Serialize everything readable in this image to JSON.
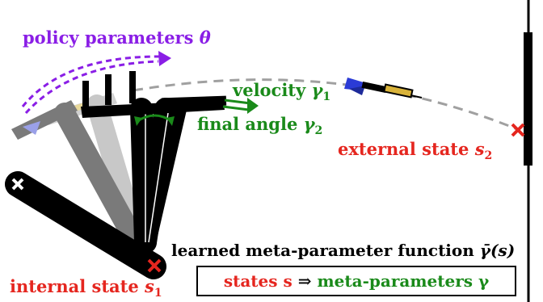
{
  "labels": {
    "policy": "policy parameters",
    "policy_symbol": "θ",
    "velocity": "velocity",
    "velocity_symbol": "γ",
    "velocity_sub": "1",
    "final_angle": "final angle",
    "final_angle_symbol": "γ",
    "final_angle_sub": "2",
    "external_state": "external state",
    "external_symbol": "s",
    "external_sub": "2",
    "internal_state": "internal state",
    "internal_symbol": "s",
    "internal_sub": "1",
    "function": "learned meta-parameter function",
    "function_symbol": "γ̄(s)",
    "relation_left": "states s",
    "relation_arrow": "⇒",
    "relation_right": "meta-parameters γ"
  },
  "colors": {
    "policy": "#8a1ee6",
    "meta": "#1a8a1a",
    "state": "#e5261f",
    "arm": "#000000",
    "ghost_arm_1": "#7a7a7a",
    "ghost_arm_2": "#c8c8c8",
    "trajectory": "#a0a0a0",
    "dart_flight": "#2b3bd6",
    "dart_barrel": "#d9b33a"
  },
  "icons": {
    "dart": "dart-icon",
    "target_marker": "x-marker-icon",
    "rotation_arrow": "rotation-arrow-icon"
  }
}
